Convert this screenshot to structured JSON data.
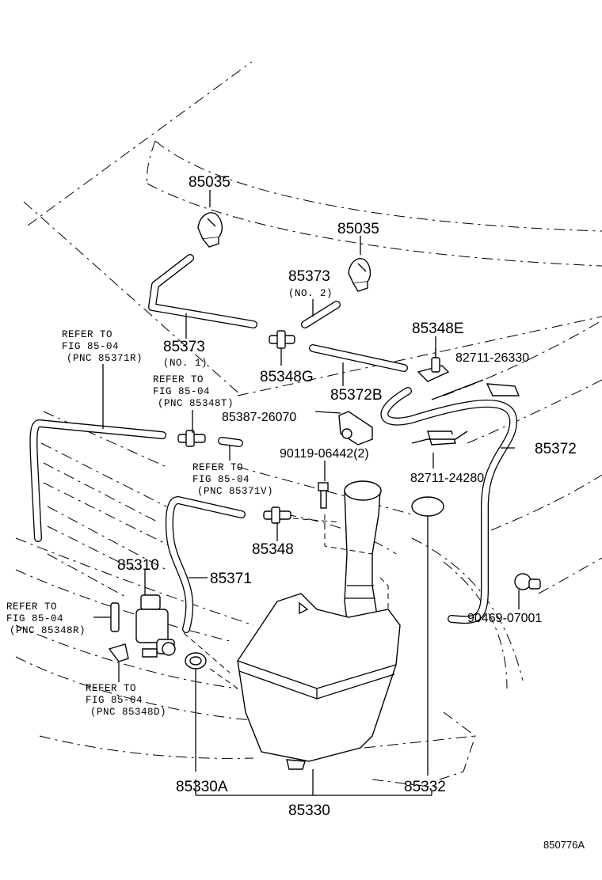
{
  "labels": {
    "p85035a": "85035",
    "p85035b": "85035",
    "p85373_2": "85373",
    "p85373_2_note": "(NO. 2)",
    "p85373_1": "85373",
    "p85373_1_note": "(NO. 1)",
    "p85348E": "85348E",
    "p82711_26330": "82711-26330",
    "p85348G": "85348G",
    "p85372B": "85372B",
    "p85387": "85387-26070",
    "p90119": "90119-06442(2)",
    "p85372": "85372",
    "p82711_24280": "82711-24280",
    "p85348": "85348",
    "p85310": "85310",
    "p85371": "85371",
    "p90469": "90469-07001",
    "p85330A": "85330A",
    "p85332": "85332",
    "p85330": "85330",
    "fig_id": "850776A"
  },
  "refs": {
    "r1": [
      "REFER TO",
      "FIG 85-04",
      "(PNC 85371R)"
    ],
    "r2": [
      "REFER TO",
      "FIG 85-04",
      "(PNC 85348T)"
    ],
    "r3": [
      "REFER TO",
      "FIG 85-04",
      "(PNC 85371V)"
    ],
    "r4": [
      "REFER TO",
      "FIG 85-04",
      "(PNC 85348R)"
    ],
    "r5": [
      "REFER TO",
      "FIG 85-04",
      "(PNC 85348D)"
    ]
  }
}
